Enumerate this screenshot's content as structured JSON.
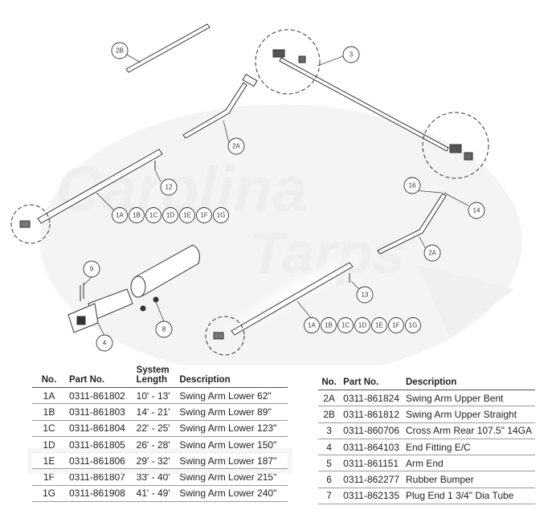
{
  "watermark": {
    "line1": "Carolina",
    "line2": "Tarps"
  },
  "callouts": {
    "c2B": "2B",
    "c3": "3",
    "c2A_top": "2A",
    "c12": "12",
    "c16": "16",
    "c14": "14",
    "c2A_mid": "2A",
    "c9": "9",
    "c4": "4",
    "c8": "8",
    "c13": "13",
    "group_top": [
      "1A",
      "1B",
      "1C",
      "1D",
      "1E",
      "1F",
      "1G"
    ],
    "group_bottom": [
      "1A",
      "1B",
      "1C",
      "1D",
      "1E",
      "1F",
      "1G"
    ]
  },
  "left_table": {
    "headers": {
      "no": "No.",
      "part": "Part No.",
      "system_line1": "System",
      "system_line2": "Length",
      "desc": "Description"
    },
    "rows": [
      {
        "no": "1A",
        "part": "0311-861802",
        "len": "10' - 13'",
        "desc": "Swing Arm Lower 62\""
      },
      {
        "no": "1B",
        "part": "0311-861803",
        "len": "14' - 21'",
        "desc": "Swing Arm Lower 89\""
      },
      {
        "no": "1C",
        "part": "0311-861804",
        "len": "22' - 25'",
        "desc": "Swing Arm Lower 123\""
      },
      {
        "no": "1D",
        "part": "0311-861805",
        "len": "26' - 28'",
        "desc": "Swing Arm Lower 150\""
      },
      {
        "no": "1E",
        "part": "0311-861806",
        "len": "29' - 32'",
        "desc": "Swing Arm Lower 187\""
      },
      {
        "no": "1F",
        "part": "0311-861807",
        "len": "33' - 40'",
        "desc": "Swing Arm Lower 215\""
      },
      {
        "no": "1G",
        "part": "0311-861908",
        "len": "41' - 49'",
        "desc": "Swing Arm Lower 240\""
      }
    ],
    "highlighted_row": "1E"
  },
  "right_table": {
    "headers": {
      "no": "No.",
      "part": "Part No.",
      "desc": "Description"
    },
    "rows": [
      {
        "no": "2A",
        "part": "0311-861824",
        "desc": "Swing Arm Upper Bent"
      },
      {
        "no": "2B",
        "part": "0311-861812",
        "desc": "Swing Arm Upper Straight"
      },
      {
        "no": "3",
        "part": "0311-860706",
        "desc": "Cross Arm Rear 107.5\" 14GA"
      },
      {
        "no": "4",
        "part": "0311-864103",
        "desc": "End Fitting E/C"
      },
      {
        "no": "5",
        "part": "0311-861151",
        "desc": "Arm End"
      },
      {
        "no": "6",
        "part": "0311-862277",
        "desc": "Rubber Bumper"
      },
      {
        "no": "7",
        "part": "0311-862135",
        "desc": "Plug End 1 3/4\" Dia Tube"
      }
    ]
  }
}
